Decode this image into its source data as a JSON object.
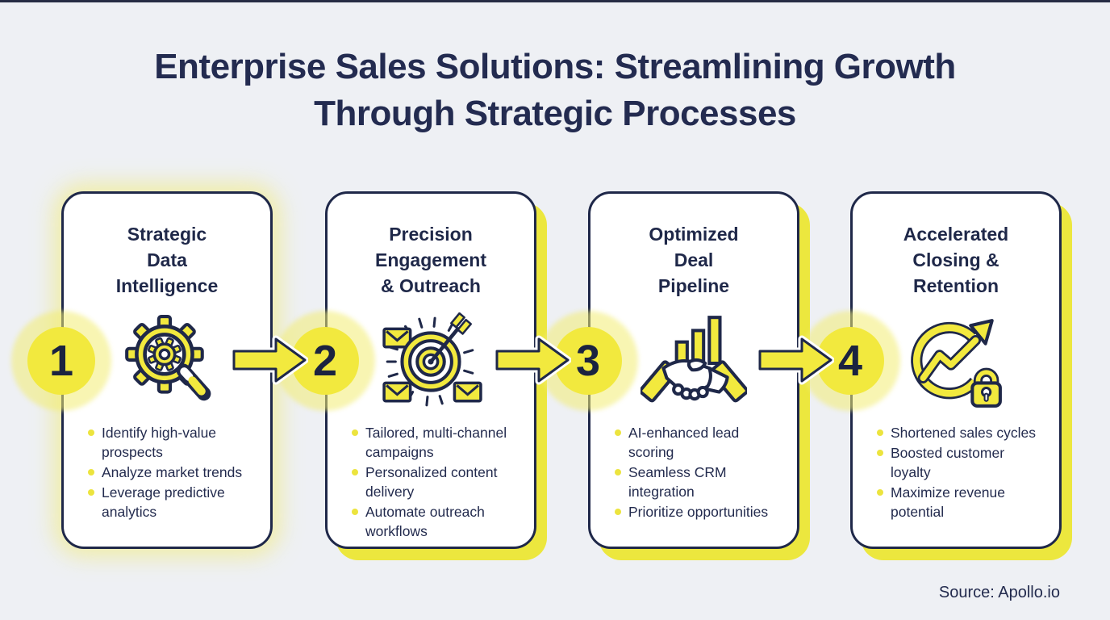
{
  "page": {
    "title_line1": "Enterprise Sales Solutions: Streamlining Growth",
    "title_line2": "Through Strategic Processes",
    "source": "Source: Apollo.io"
  },
  "colors": {
    "accent_yellow": "#f2e93e",
    "navy": "#1f2849",
    "background": "#eef0f4",
    "card_background": "#ffffff"
  },
  "cards": [
    {
      "number": "1",
      "title_lines": [
        "Strategic",
        "Data",
        "Intelligence"
      ],
      "icon": "gear-magnifier-icon",
      "bullets": [
        "Identify high-value prospects",
        "Analyze market trends",
        "Leverage predictive analytics"
      ]
    },
    {
      "number": "2",
      "title_lines": [
        "Precision",
        "Engagement",
        "& Outreach"
      ],
      "icon": "target-campaign-icon",
      "bullets": [
        "Tailored, multi-channel campaigns",
        "Personalized content delivery",
        "Automate outreach workflows"
      ]
    },
    {
      "number": "3",
      "title_lines": [
        "Optimized",
        "Deal",
        "Pipeline"
      ],
      "icon": "handshake-chart-icon",
      "bullets": [
        "AI-enhanced lead scoring",
        "Seamless CRM integration",
        "Prioritize opportunities"
      ]
    },
    {
      "number": "4",
      "title_lines": [
        "Accelerated",
        "Closing &",
        "Retention"
      ],
      "icon": "growth-lock-icon",
      "bullets": [
        "Shortened sales cycles",
        "Boosted customer loyalty",
        "Maximize revenue potential"
      ]
    }
  ]
}
